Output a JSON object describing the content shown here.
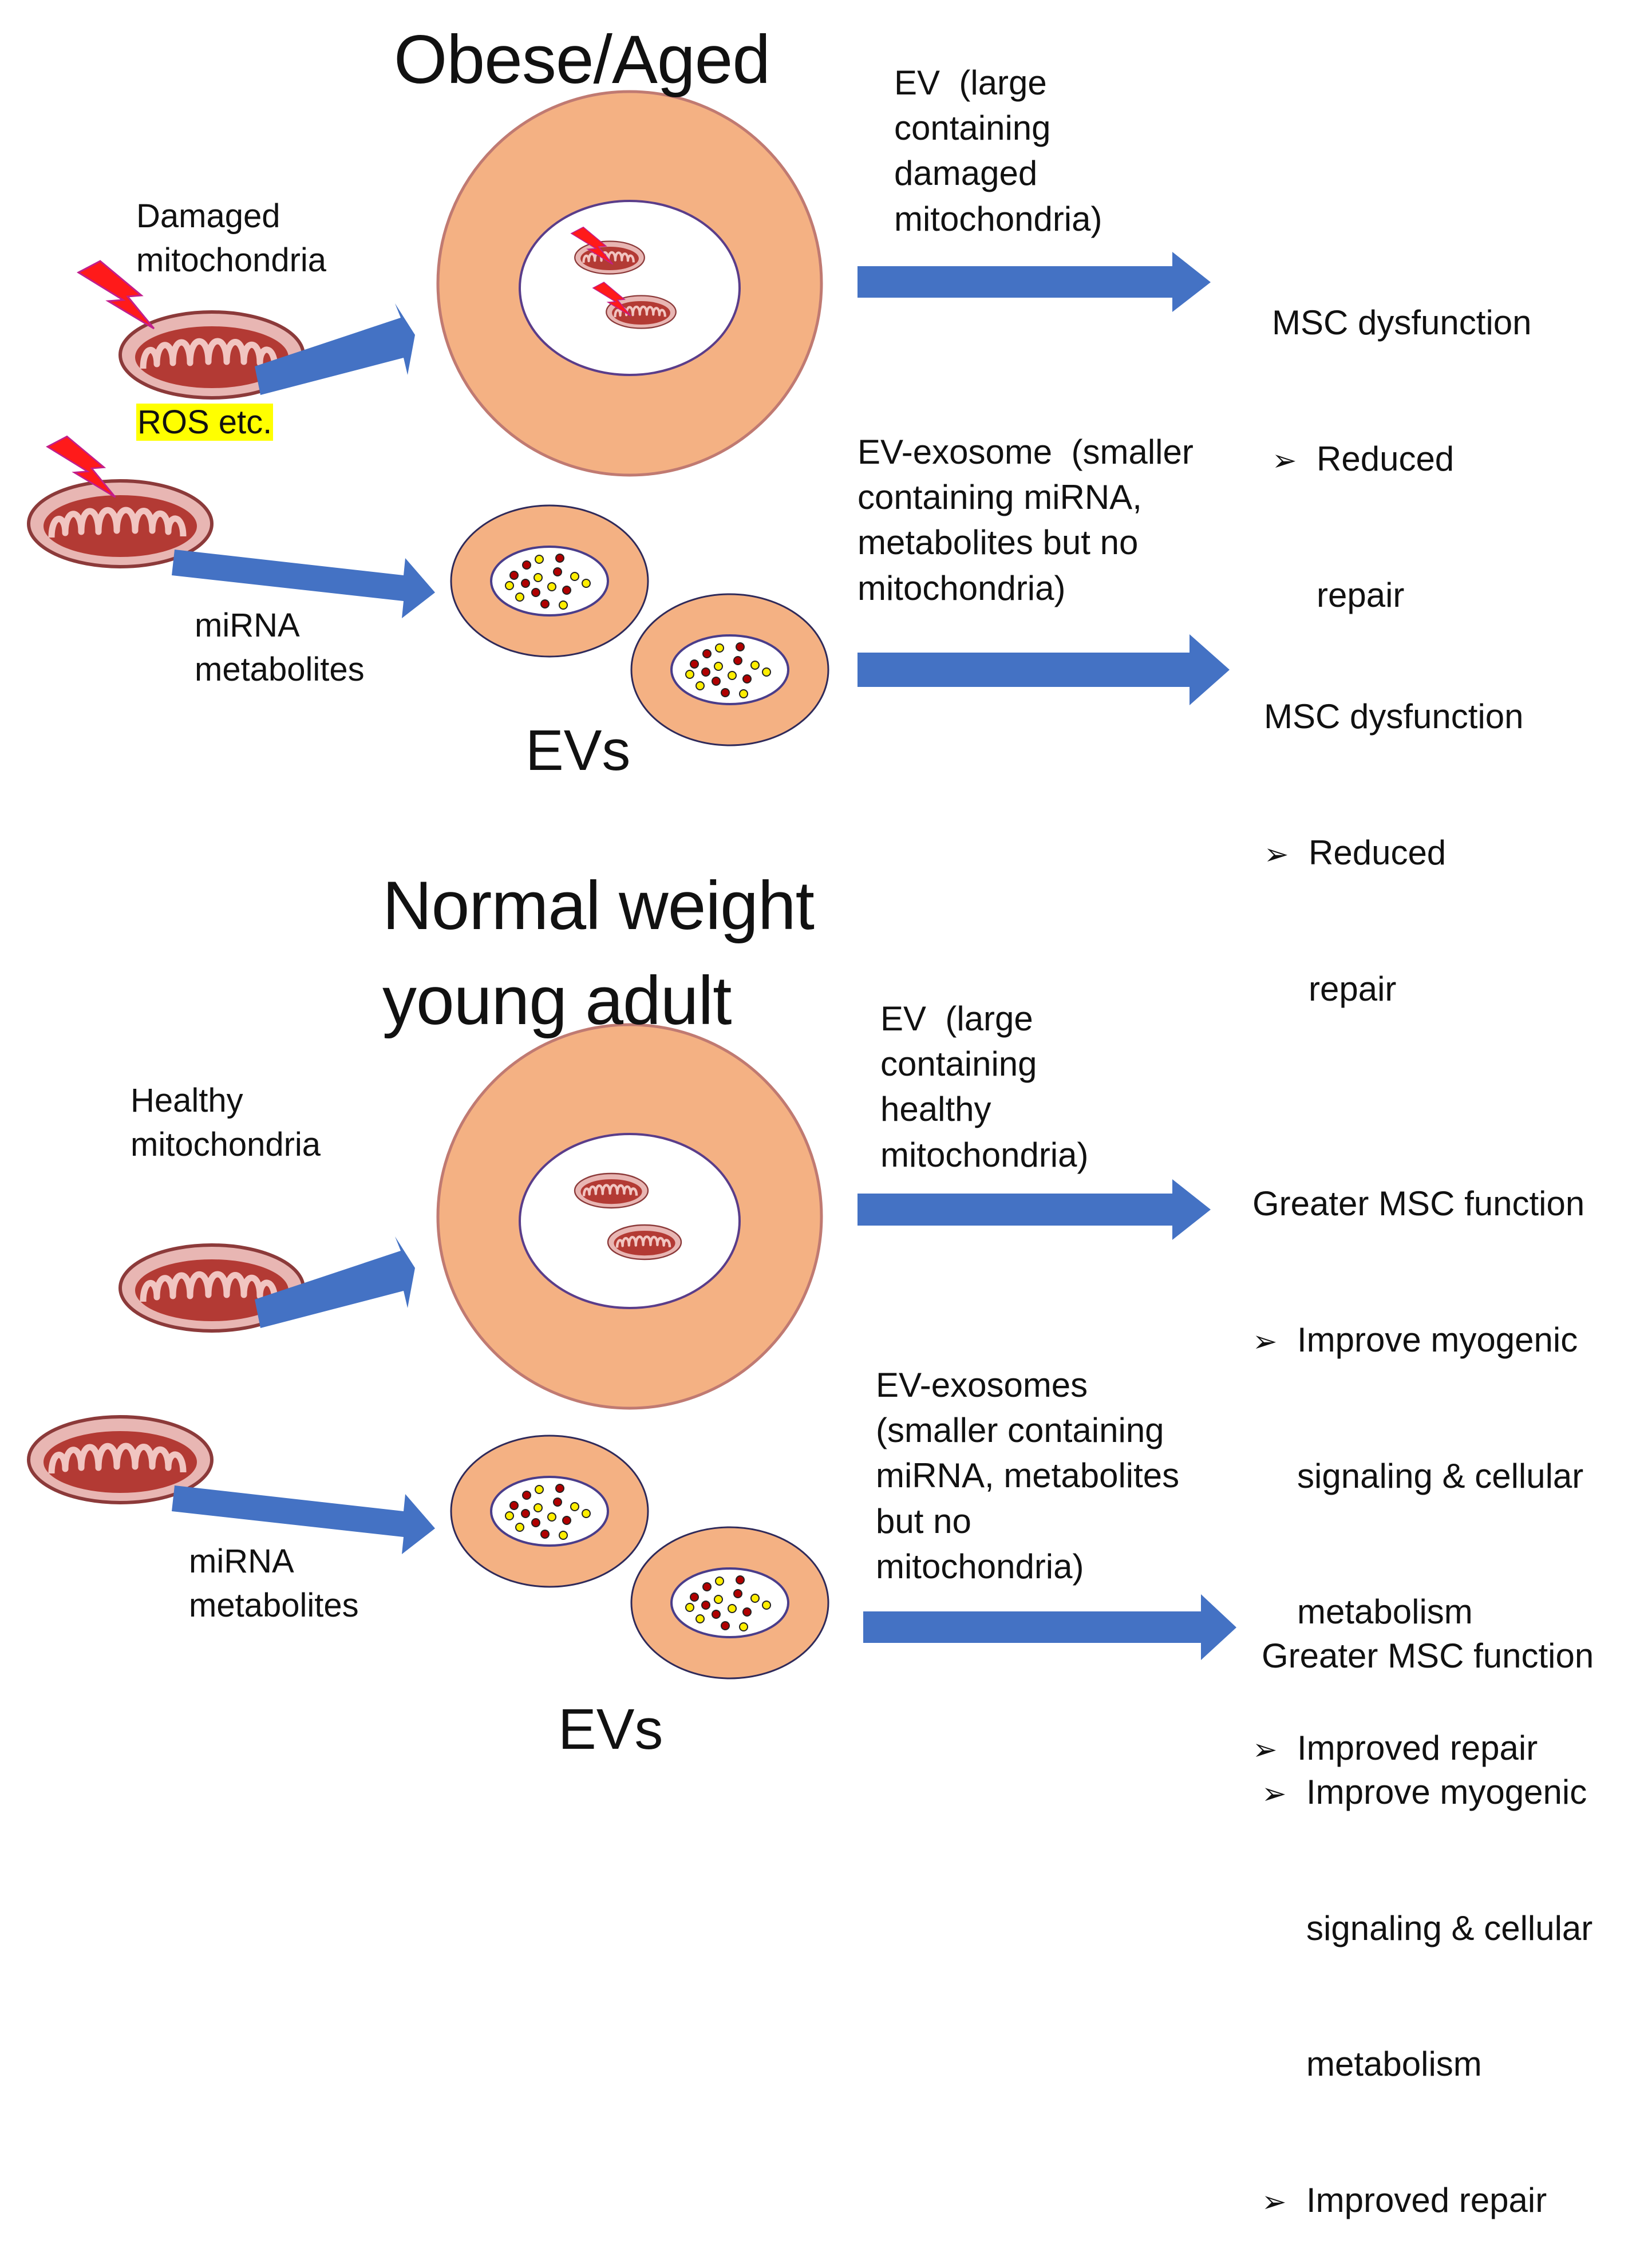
{
  "colors": {
    "vesicle_wall": "#f4b183",
    "vesicle_outline": "#c07a72",
    "arrow": "#4472c4",
    "mito_outer": "#e8b6b3",
    "mito_inner": "#a52a2a",
    "cargo_red": "#b00000",
    "cargo_yellow": "#ffee00",
    "damage_bolt": "#ff1a1a",
    "highlight": "#ffff00"
  },
  "icons": [
    "mitochondrion-icon",
    "lightning-bolt-icon",
    "vesicle-icon",
    "arrow-right-icon",
    "bullet-arrowhead-icon"
  ],
  "top": {
    "title": "Obese/Aged",
    "damaged_label": [
      "Damaged",
      "mitochondria"
    ],
    "ros_label": "ROS etc.",
    "mirna_label": [
      "miRNA",
      "metabolites"
    ],
    "evs_label": "EVs",
    "ev_large": [
      "EV  (large",
      "containing",
      "damaged",
      "mitochondria)"
    ],
    "ev_exosome": [
      "EV-exosome  (smaller",
      "containing miRNA,",
      "metabolites but no",
      "mitochondria)"
    ],
    "outcome1": {
      "heading": "MSC dysfunction",
      "bullets": [
        [
          "Reduced",
          "repair"
        ]
      ]
    },
    "outcome2": {
      "heading": "MSC dysfunction",
      "bullets": [
        [
          "Reduced",
          "repair"
        ]
      ]
    }
  },
  "bottom": {
    "title": [
      "Normal weight",
      "young adult"
    ],
    "healthy_label": [
      "Healthy",
      "mitochondria"
    ],
    "mirna_label": [
      "miRNA",
      "metabolites"
    ],
    "evs_label": "EVs",
    "ev_large": [
      "EV  (large",
      "containing",
      "healthy",
      "mitochondria)"
    ],
    "ev_exosome": [
      "EV-exosomes",
      "(smaller containing",
      "miRNA, metabolites",
      "but no",
      "mitochondria)"
    ],
    "outcome1": {
      "heading": "Greater MSC function",
      "bullets": [
        [
          "Improve myogenic",
          "signaling & cellular",
          "metabolism"
        ],
        [
          "Improved repair"
        ]
      ]
    },
    "outcome2": {
      "heading": "Greater MSC function",
      "bullets": [
        [
          "Improve myogenic",
          "signaling & cellular",
          "metabolism"
        ],
        [
          "Improved repair"
        ]
      ]
    }
  }
}
